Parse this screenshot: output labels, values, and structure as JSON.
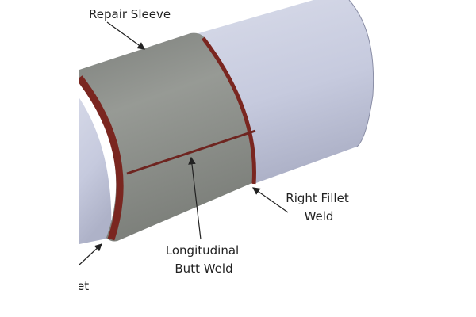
{
  "labels": {
    "repair_sleeve": "Repair Sleeve",
    "longitudinal_line1": "Longitudinal",
    "longitudinal_line2": "Butt Weld",
    "right_fillet_line1": "Right Fillet",
    "right_fillet_line2": "Weld",
    "left_fillet_partial": "et"
  },
  "colors": {
    "pipe": "#c9cde0",
    "sleeve": "#8a8d88",
    "weld": "#7a2620"
  }
}
